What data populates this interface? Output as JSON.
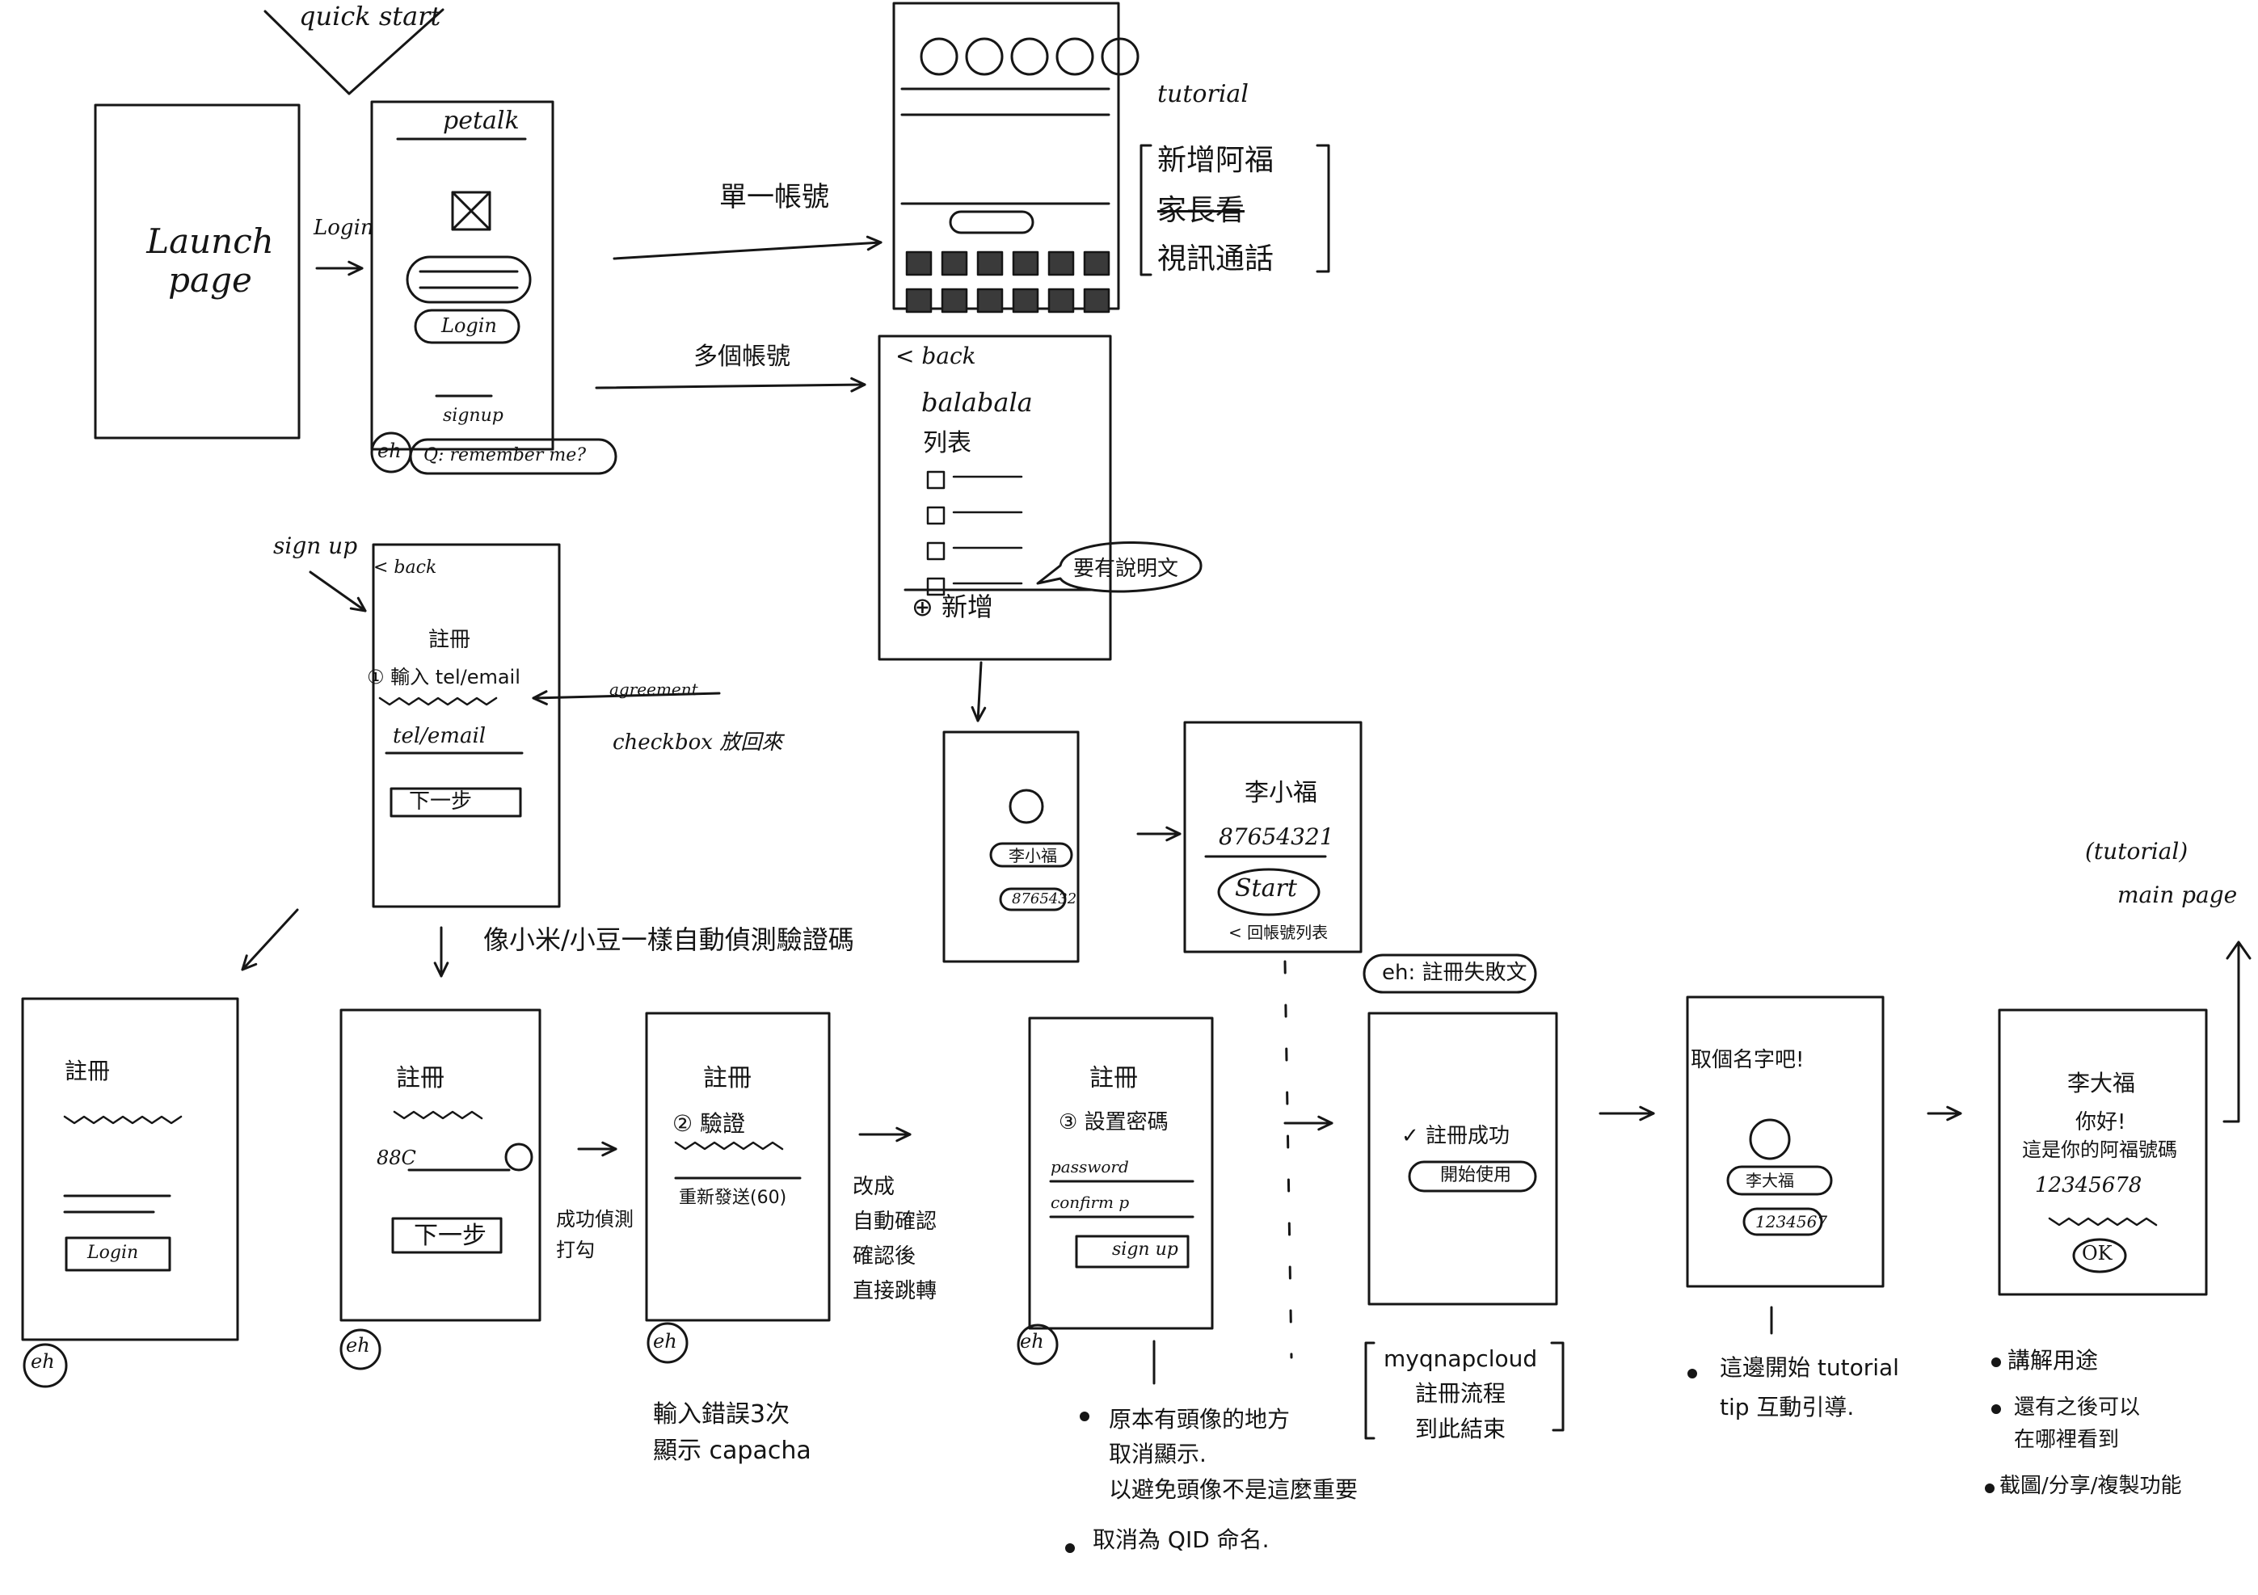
{
  "top": {
    "quick_start": "quick start"
  },
  "launch": {
    "title": "Launch page"
  },
  "login_screen": {
    "brand": "petalk",
    "button": "Login",
    "signup": "signup",
    "badge": "eh",
    "note": "Q: remember me?"
  },
  "flow_labels": {
    "login": "Login",
    "single_account": "單一帳號",
    "multi_account": "多個帳號",
    "sign_up": "sign up",
    "auto_verify": "像小米/小豆一樣自動偵測驗證碼",
    "success_check": "成功偵測\n打勾",
    "auto_confirm": "改成\n自動確認\n確認後\n直接跳轉"
  },
  "tutorial": {
    "label": "tutorial",
    "items": [
      "新增阿福",
      "家長看",
      "視訊通話"
    ]
  },
  "account_list": {
    "back": "< back",
    "title": "balabala",
    "subtitle": "列表",
    "add": "⊕ 新增",
    "bubble": "要有說明文"
  },
  "signup_form": {
    "back": "< back",
    "title": "註冊",
    "step": "① 輸入 tel/email",
    "input": "tel/email",
    "button": "下一步",
    "agreement": "agreement",
    "checkbox_note": "checkbox 放回來"
  },
  "profile_card": {
    "name": "李小福",
    "id_pill": "8765432"
  },
  "start_card": {
    "name": "李小福",
    "id": "87654321",
    "start": "Start",
    "back_list": "< 回帳號列表"
  },
  "tutorial_main": {
    "line1": "(tutorial)",
    "line2": "main page"
  },
  "bottom_screens": {
    "s1": {
      "title": "註冊",
      "button": "Login",
      "badge": "eh"
    },
    "s2": {
      "title": "註冊",
      "code": "88C",
      "button": "下一步",
      "badge": "eh"
    },
    "s3": {
      "title": "註冊",
      "step": "② 驗證",
      "resend": "重新發送(60)",
      "badge": "eh"
    },
    "s4": {
      "title": "註冊",
      "step": "③ 設置密碼",
      "password": "password",
      "confirm": "confirm p",
      "button": "sign up",
      "badge": "eh"
    },
    "s5": {
      "step": "✓ 註冊成功",
      "button": "開始使用"
    },
    "s6": {
      "header": "取個名字吧!",
      "name": "李大福",
      "id_pill": "1234567"
    },
    "s7": {
      "l1": "李大福",
      "l2": "你好!",
      "l3": "這是你的阿福號碼",
      "number": "12345678",
      "ok": "OK"
    }
  },
  "annotations": {
    "captcha": "輸入錯誤3次\n顯示 capacha",
    "eh_fail": "eh: 註冊失敗文",
    "qnap": "myqnapcloud\n註冊流程\n到此結束",
    "avatar_notes": [
      "原本有頭像的地方\n取消顯示.\n以避免頭像不是這麼重要",
      "取消為 QID 命名."
    ],
    "tutorial_tip": "這邊開始 tutorial\ntip 互動引導.",
    "final_notes": [
      "講解用途",
      "還有之後可以\n在哪裡看到",
      "截圖/分享/複製功能"
    ]
  }
}
